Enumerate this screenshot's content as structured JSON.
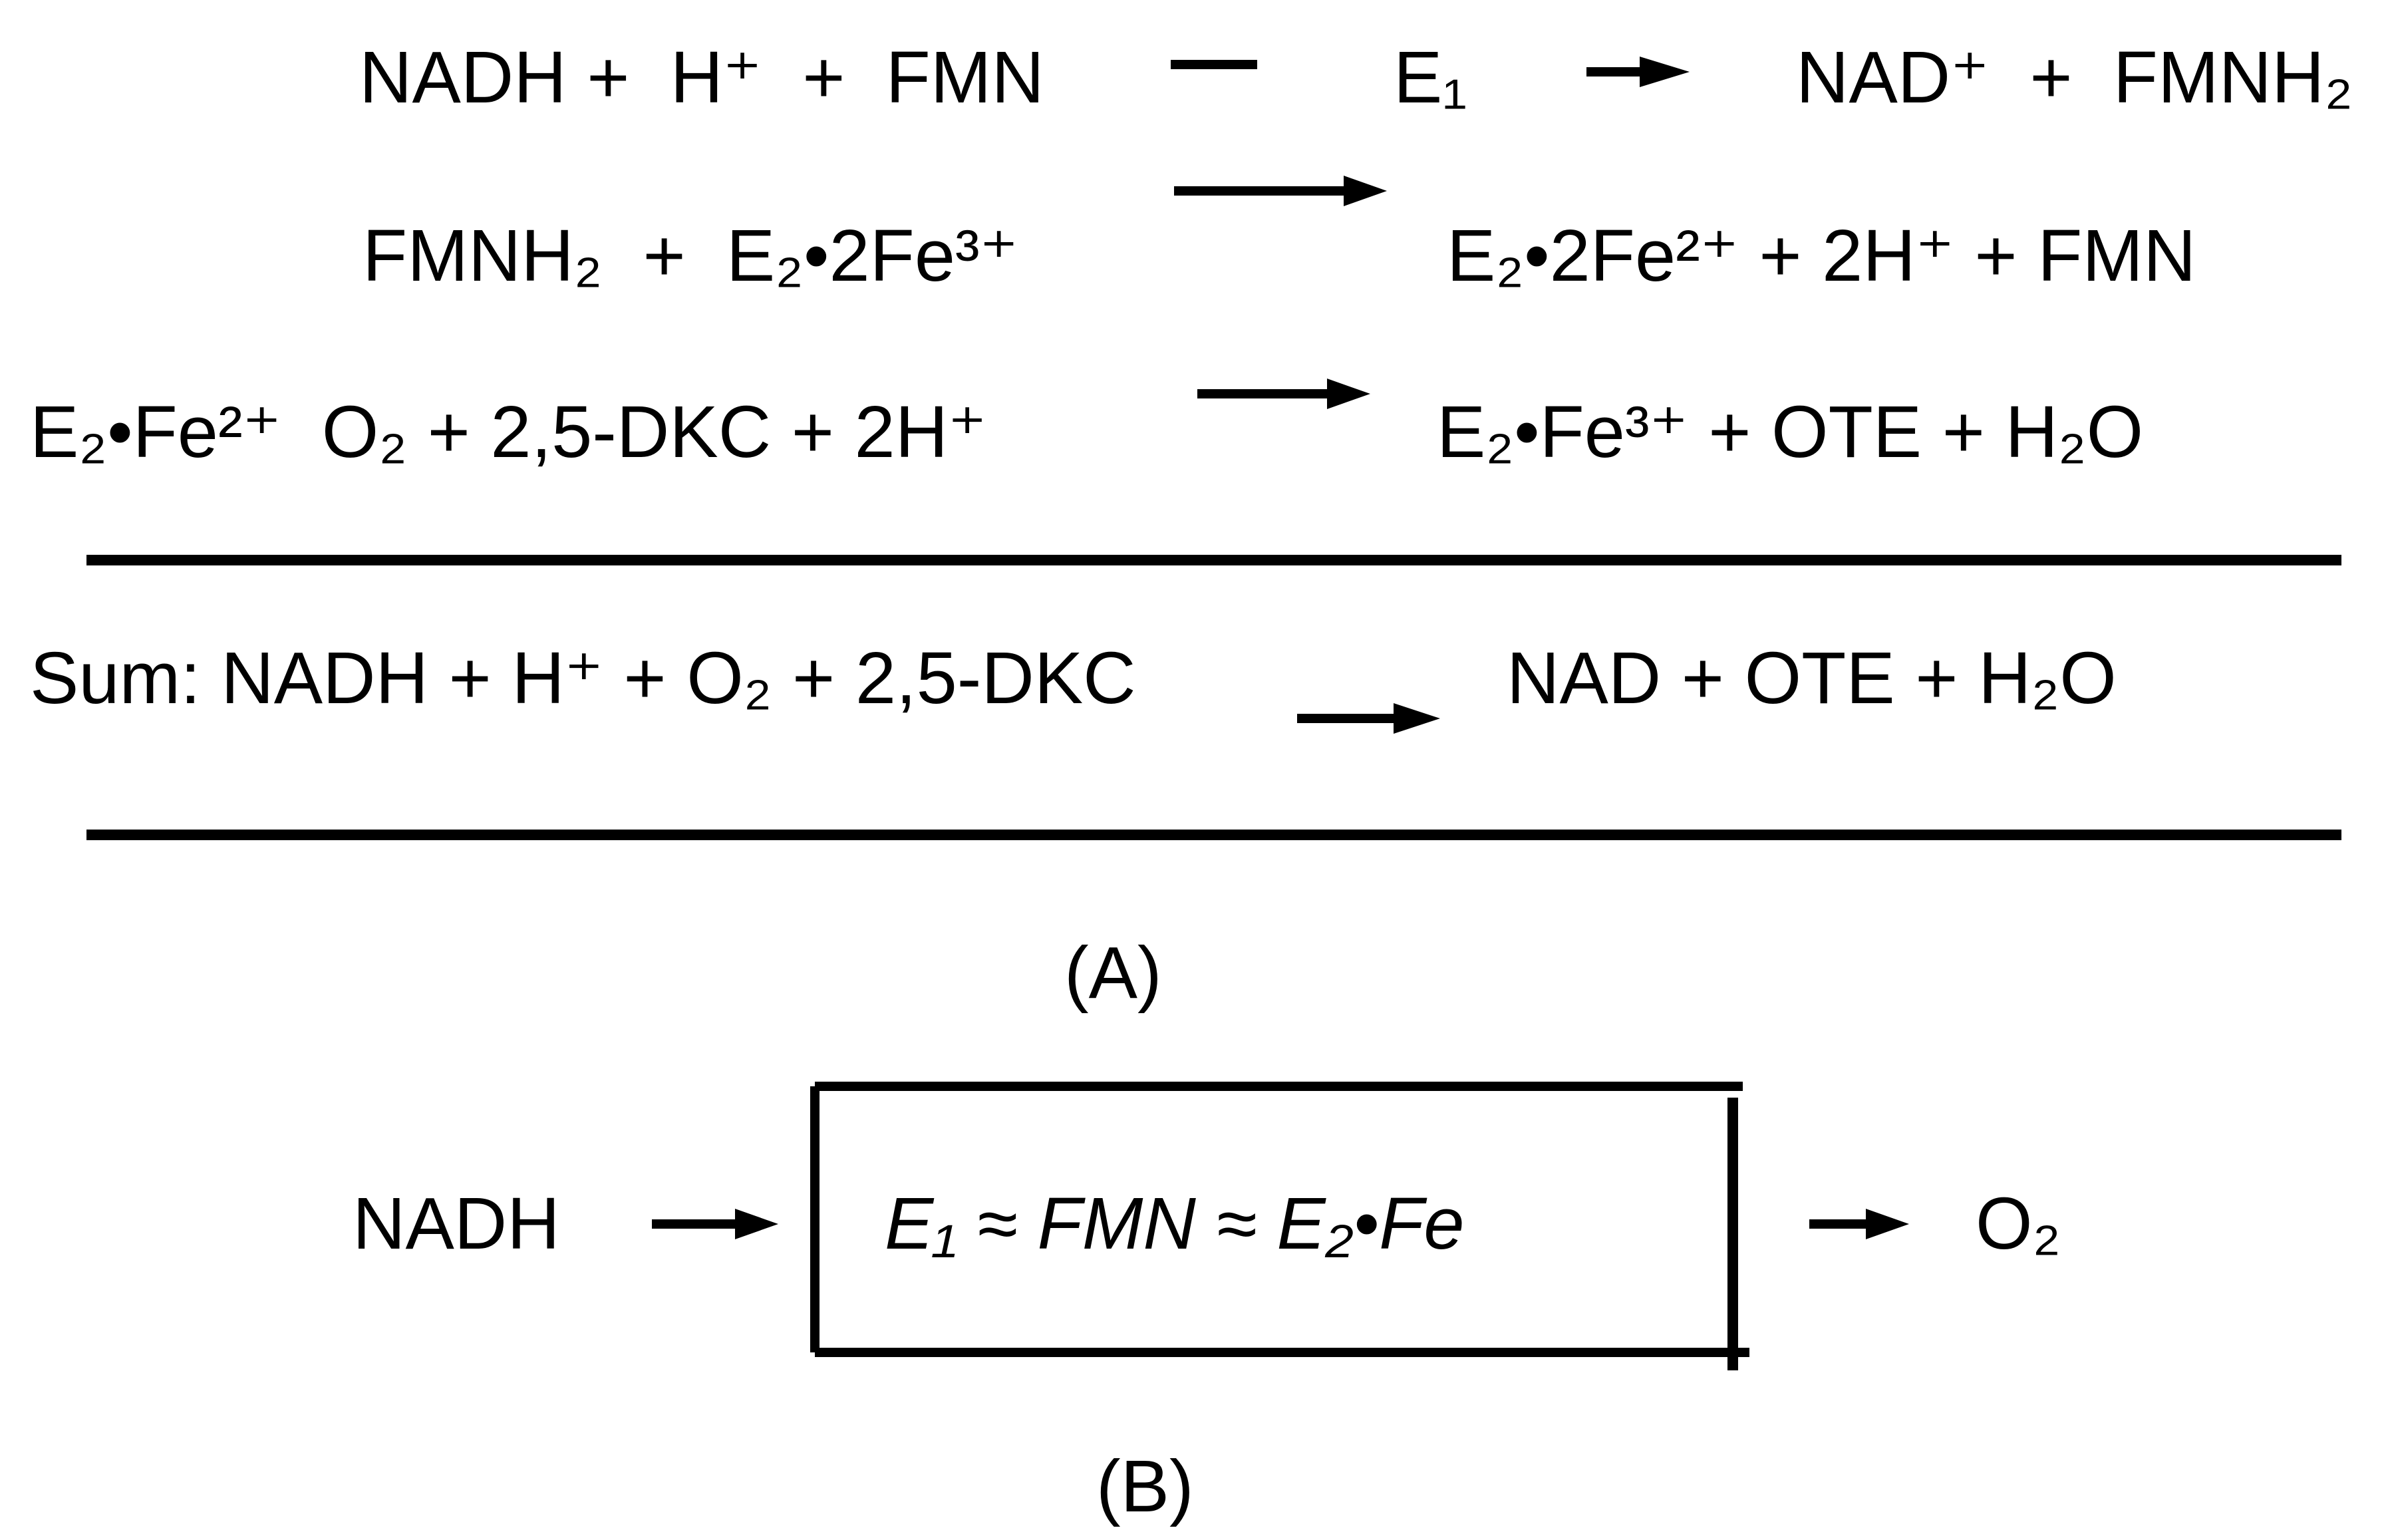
{
  "panel_a": {
    "reaction1": {
      "reactants": "NADH +  H⁺  +  FMN",
      "enzyme": "E₁",
      "products": "NAD⁺  +  FMNH₂"
    },
    "reaction2": {
      "reactants": "FMNH₂  +  E₂•2Fe³⁺",
      "products": "E₂•2Fe²⁺ + 2H⁺ + FMN"
    },
    "reaction3": {
      "reactants": "E₂•Fe²⁺  O₂ + 2,5-DKC + 2H⁺",
      "products": "E₂•Fe³⁺ + OTE + H₂O"
    },
    "sum": {
      "reactants": "Sum: NADH + H⁺ + O₂ + 2,5-DKC",
      "products": "NAD + OTE + H₂O"
    },
    "caption": "(A)"
  },
  "panel_b": {
    "donor": "NADH",
    "complex": "E₁ ≈ FMN ≈ E₂•Fe",
    "acceptor": "O₂",
    "caption": "(B)"
  }
}
